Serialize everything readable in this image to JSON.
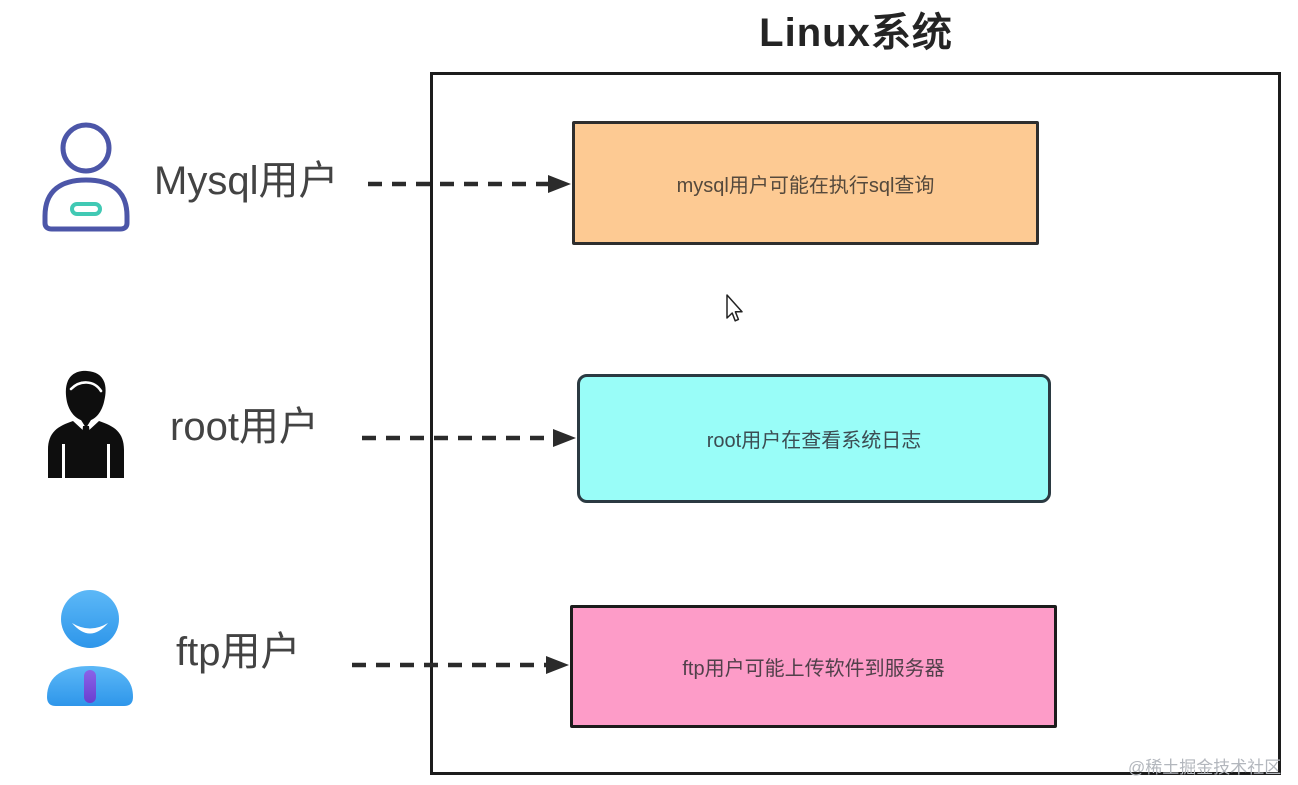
{
  "title": "Linux系统",
  "watermark": "@稀土掘金技术社区",
  "actors": [
    {
      "label": "Mysql用户",
      "icon": "mysql-user-icon"
    },
    {
      "label": "root用户",
      "icon": "root-user-icon"
    },
    {
      "label": "ftp用户",
      "icon": "ftp-user-icon"
    }
  ],
  "boxes": [
    {
      "text": "mysql用户可能在执行sql查询",
      "bg": "#fdca93",
      "border": "#2e2e2e"
    },
    {
      "text": "root用户在查看系统日志",
      "bg": "#99fdf8",
      "border": "#2b3a42"
    },
    {
      "text": "ftp用户可能上传软件到服务器",
      "bg": "#fd9cc8",
      "border": "#1c1c1c"
    }
  ],
  "connections": [
    {
      "from": "Mysql用户",
      "to": "mysql用户可能在执行sql查询",
      "style": "dashed-arrow"
    },
    {
      "from": "root用户",
      "to": "root用户在查看系统日志",
      "style": "dashed-arrow"
    },
    {
      "from": "ftp用户",
      "to": "ftp用户可能上传软件到服务器",
      "style": "dashed-arrow"
    }
  ],
  "colors": {
    "box_orange": "#fdca93",
    "box_cyan": "#99fdf8",
    "box_pink": "#fd9cc8",
    "container_border": "#1c1c1c",
    "arrow": "#2b2b2b",
    "title_text": "#242424",
    "label_text": "#434343",
    "watermark_text": "#b3b7bd",
    "mysql_icon_stroke": "#4c56a8",
    "mysql_icon_badge": "#41c9b4",
    "root_icon_fill": "#0e0e0e",
    "ftp_icon_blue": "#3aa0f0",
    "ftp_icon_tie": "#7e4fe0"
  }
}
